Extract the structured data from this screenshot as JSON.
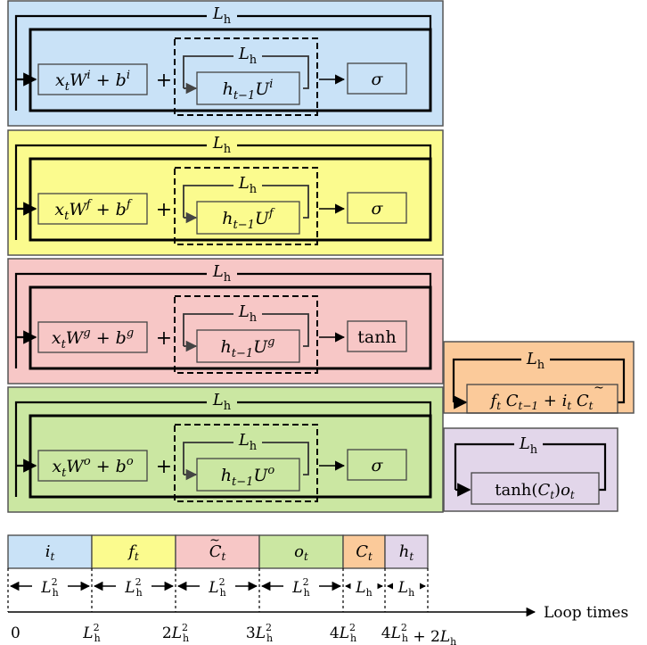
{
  "colors": {
    "gate_i": "#c9e2f7",
    "gate_f": "#fbfb8e",
    "gate_g": "#f7c7c6",
    "gate_o": "#cbe7a2",
    "cell": "#fbca9a",
    "hidden": "#e2d6ea",
    "border": "#555555"
  },
  "loop_label": "L",
  "loop_sub": "h",
  "gates": [
    {
      "id": "i",
      "input_var": "x",
      "input_sub": "t",
      "weight": "W",
      "sup": "i",
      "bias": "b",
      "recur_var": "h",
      "recur_sub": "t−1",
      "recur_weight": "U",
      "recur_sup": "i",
      "activation": "σ"
    },
    {
      "id": "f",
      "input_var": "x",
      "input_sub": "t",
      "weight": "W",
      "sup": "f",
      "bias": "b",
      "recur_var": "h",
      "recur_sub": "t−1",
      "recur_weight": "U",
      "recur_sup": "f",
      "activation": "σ"
    },
    {
      "id": "g",
      "input_var": "x",
      "input_sub": "t",
      "weight": "W",
      "sup": "g",
      "bias": "b",
      "recur_var": "h",
      "recur_sub": "t−1",
      "recur_weight": "U",
      "recur_sup": "g",
      "activation": "tanh"
    },
    {
      "id": "o",
      "input_var": "x",
      "input_sub": "t",
      "weight": "W",
      "sup": "o",
      "bias": "b",
      "recur_var": "h",
      "recur_sub": "t−1",
      "recur_weight": "U",
      "recur_sup": "o",
      "activation": "σ"
    }
  ],
  "plus": "+",
  "cell_update": {
    "f": "f",
    "t": "t",
    "C": "C",
    "prev": "t−1",
    "plus": "+",
    "i": "i",
    "tilde": "~"
  },
  "hidden_update": {
    "fn": "tanh(",
    "C": "C",
    "t": "t",
    "close": ")",
    "o": "o"
  },
  "timeline": {
    "segments": [
      {
        "label": "i",
        "sub": "t",
        "duration": "L²"
      },
      {
        "label": "f",
        "sub": "t",
        "duration": "L²"
      },
      {
        "label": "C",
        "sub": "t",
        "tilde": true,
        "duration": "L²"
      },
      {
        "label": "o",
        "sub": "t",
        "duration": "L²"
      },
      {
        "label": "C",
        "sub": "t",
        "duration": "L"
      },
      {
        "label": "h",
        "sub": "t",
        "duration": "L"
      }
    ],
    "ticks": [
      "0",
      "L²",
      "2L²",
      "3L²",
      "4L²",
      "4L² + 2L"
    ],
    "axis_label": "Loop times"
  }
}
